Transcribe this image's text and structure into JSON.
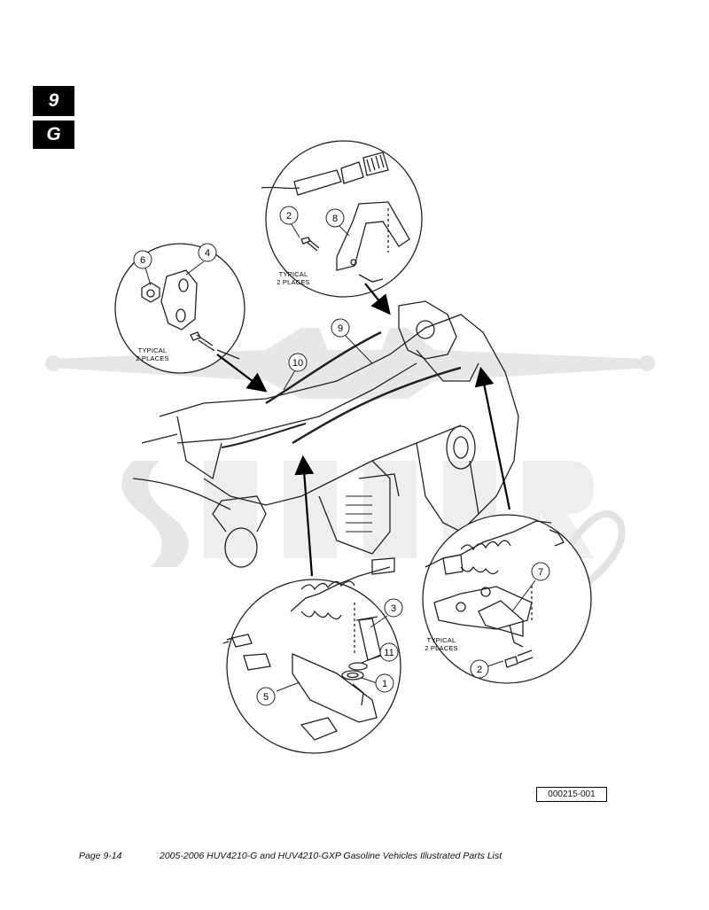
{
  "section_tabs": {
    "number": "9",
    "letter": "G"
  },
  "callouts": {
    "c1": "1",
    "c2a": "2",
    "c2b": "2",
    "c3": "3",
    "c4": "4",
    "c5": "5",
    "c6": "6",
    "c7": "7",
    "c8": "8",
    "c9": "9",
    "c10": "10",
    "c11": "11"
  },
  "notes": {
    "typical_a_line1": "TYPICAL",
    "typical_a_line2": "2 PLACES",
    "typical_b_line1": "TYPICAL",
    "typical_b_line2": "2 PLACES",
    "typical_c_line1": "TYPICAL",
    "typical_c_line2": "2 PLACES"
  },
  "figure_ref": "000215-001",
  "footer": {
    "page": "Page 9-14",
    "title": "2005-2006 HUV4210-G and HUV4210-GXP Gasoline Vehicles Illustrated Parts List"
  }
}
